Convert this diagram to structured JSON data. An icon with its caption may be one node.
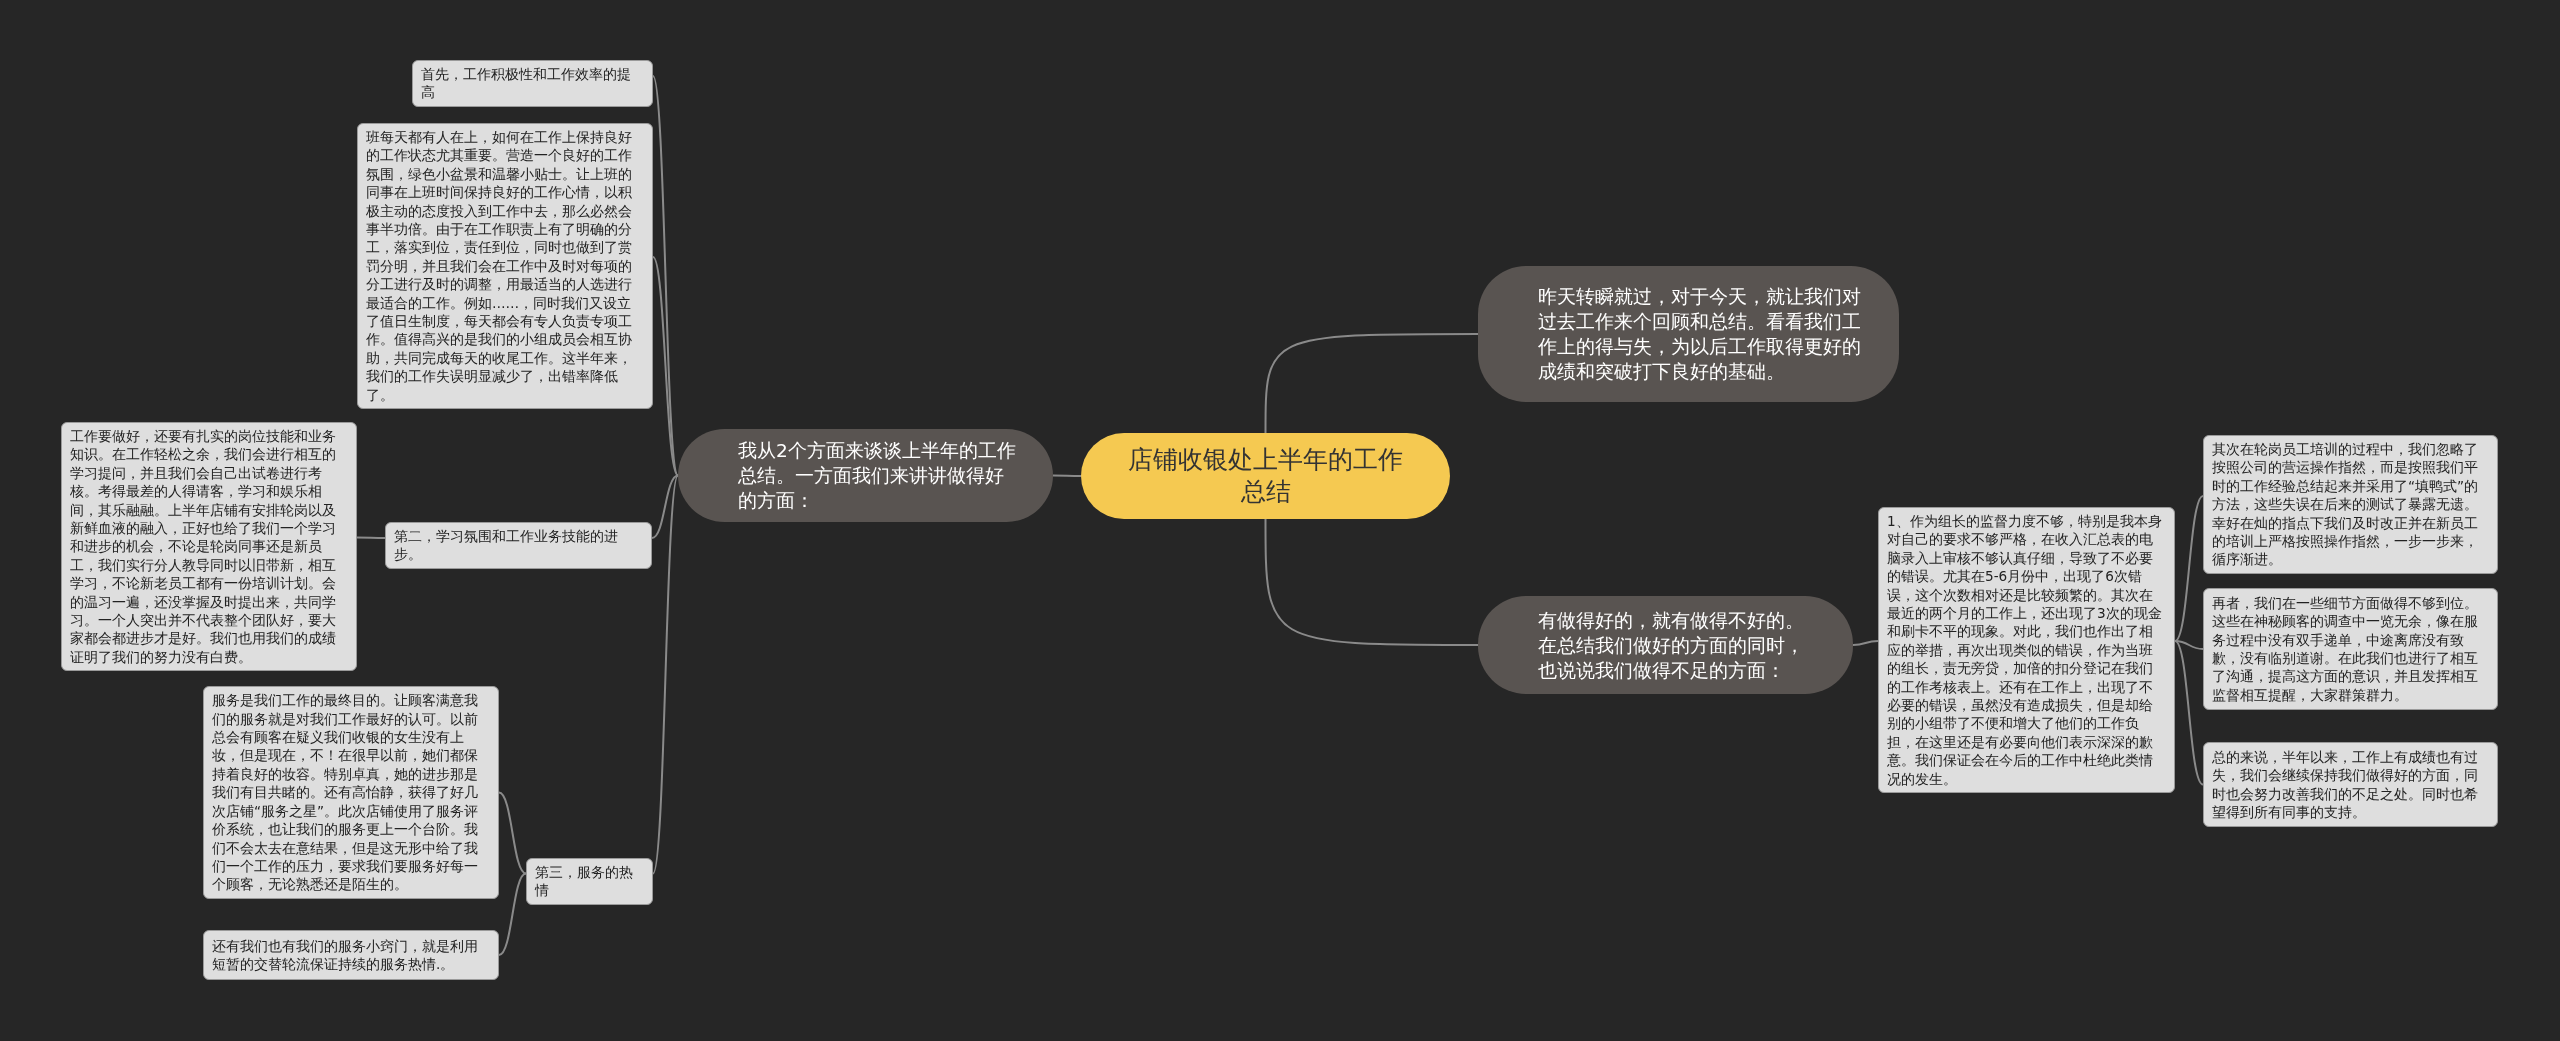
{
  "diagram": {
    "nodes": [
      {
        "text": [
          "店铺收银处上半年的工作总结"
        ]
      },
      {
        "text": [
          "昨天转瞬就过，对于今天，就让我们对过去工作来个回顾和总结。看看我们工作上的得与失，为以后工作取得更好的成绩和突破打下良好的基础。"
        ]
      },
      {
        "text": [
          "我从2个方面来谈谈上半年的工作总结。一方面我们来讲讲做得好的方面："
        ]
      },
      {
        "text": [
          "有做得好的，就有做得不好的。在总结我们做好的方面的同时，也说说我们做得不足的方面："
        ]
      },
      {
        "text": [
          "首先，工作积极性和工作效率的提高"
        ]
      },
      {
        "text": [
          "班每天都有人在上，如何在工作上保持良好的工作状态尤其重要。营造一个良好的工作氛围，绿色小盆景和温馨小贴士。让上班的同事在上班时间保持良好的工作心情，以积极主动的态度投入到工作中去，那么必然会事半功倍。由于在工作职责上有了明确的分工，落实到位，责任到位，同时也做到了赏罚分明，并且我们会在工作中及时对每项的分工进行及时的调整，用最适当的人选进行最适合的工作。例如……，同时我们又设立了值日生制度，每天都会有专人负责专项工作。值得高兴的是我们的小组成员会相互协助，共同完成每天的收尾工作。这半年来，我们的工作失误明显减少了，出错率降低了。"
        ]
      },
      {
        "text": [
          "第二，学习氛围和工作业务技能的进步。"
        ]
      },
      {
        "text": [
          "工作要做好，还要有扎实的岗位技能和业务知识。在工作轻松之余，我们会进行相互的学习提问，并且我们会自己出试卷进行考核。考得最差的人得请客，学习和娱乐相间，其乐融融。上半年店铺有安排轮岗以及新鲜血液的融入，正好也给了我们一个学习和进步的机会，不论是轮岗同事还是新员工，我们实行分人教导同时以旧带新，相互学习，不论新老员工都有一份培训计划。会的温习一遍，还没掌握及时提出来，共同学习。一个人突出并不代表整个团队好，要大家都会都进步才是好。我们也用我们的成绩证明了我们的努力没有白费。"
        ]
      },
      {
        "text": [
          "第三，服务的热情"
        ]
      },
      {
        "text": [
          "服务是我们工作的最终目的。让顾客满意我们的服务就是对我们工作最好的认可。以前总会有顾客在疑义我们收银的女生没有上妆，但是现在，不！在很早以前，她们都保持着良好的妆容。特别卓真，她的进步那是我们有目共睹的。还有高怡静，获得了好几次店铺“服务之星”。此次店铺使用了服务评价系统，也让我们的服务更上一个台阶。我们不会太去在意结果，但是这无形中给了我们一个工作的压力，要求我们要服务好每一个顾客，无论熟悉还是陌生的。"
        ]
      },
      {
        "text": [
          "还有我们也有我们的服务小窍门，就是利用短暂的交替轮流保证持续的服务热情.。"
        ]
      },
      {
        "text": [
          "1、作为组长的监督力度不够，特别是我本身对自己的要求不够严格，在收入汇总表的电脑录入上审核不够认真仔细，导致了不必要的错误。尤其在5-6月份中，出现了6次错误，这个次数相对还是比较频繁的。其次在最近的两个月的工作上，还出现了3次的现金和刷卡不平的现象。对此，我们也作出了相应的举措，再次出现类似的错误，作为当班的组长，责无旁贷，加倍的扣分登记在我们的工作考核表上。还有在工作上，出现了不必要的错误，虽然没有造成损失，但是却给别的小组带了不便和增大了他们的工作负担，在这里还是有必要向他们表示深深的歉意。我们保证会在今后的工作中杜绝此类情况的发生。"
        ]
      },
      {
        "text": [
          "其次在轮岗员工培训的过程中，我们忽略了按照公司的营运操作指然，而是按照我们平时的工作经验总结起来并采用了“填鸭式”的方法，这些失误在后来的测试了暴露无遗。幸好在灿的指点下我们及时改正并在新员工的培训上严格按照操作指然，一步一步来，循序渐进。"
        ]
      },
      {
        "text": [
          "再者，我们在一些细节方面做得不够到位。这些在神秘顾客的调查中一览无余，像在服务过程中没有双手递单，中途离席没有致歉，没有临别道谢。在此我们也进行了相互了沟通，提高这方面的意识，并且发挥相互监督相互提醒，大家群策群力。"
        ]
      },
      {
        "text": [
          "总的来说，半年以来，工作上有成绩也有过失，我们会继续保持我们做得好的方面，同时也会努力改善我们的不足之处。同时也希望得到所有同事的支持。"
        ]
      }
    ],
    "edges": [
      {
        "from": 0,
        "to": 1,
        "arrow": "none"
      },
      {
        "from": 0,
        "to": 2,
        "arrow": "none"
      },
      {
        "from": 0,
        "to": 3,
        "arrow": "none"
      },
      {
        "from": 2,
        "to": 4,
        "arrow": "none"
      },
      {
        "from": 2,
        "to": 5,
        "arrow": "none"
      },
      {
        "from": 2,
        "to": 6,
        "arrow": "none"
      },
      {
        "from": 2,
        "to": 8,
        "arrow": "none"
      },
      {
        "from": 6,
        "to": 7,
        "arrow": "none"
      },
      {
        "from": 8,
        "to": 9,
        "arrow": "none"
      },
      {
        "from": 8,
        "to": 10,
        "arrow": "none"
      },
      {
        "from": 3,
        "to": 11,
        "arrow": "none"
      },
      {
        "from": 11,
        "to": 12,
        "arrow": "none"
      },
      {
        "from": 11,
        "to": 13,
        "arrow": "none"
      },
      {
        "from": 11,
        "to": 14,
        "arrow": "none"
      }
    ]
  }
}
